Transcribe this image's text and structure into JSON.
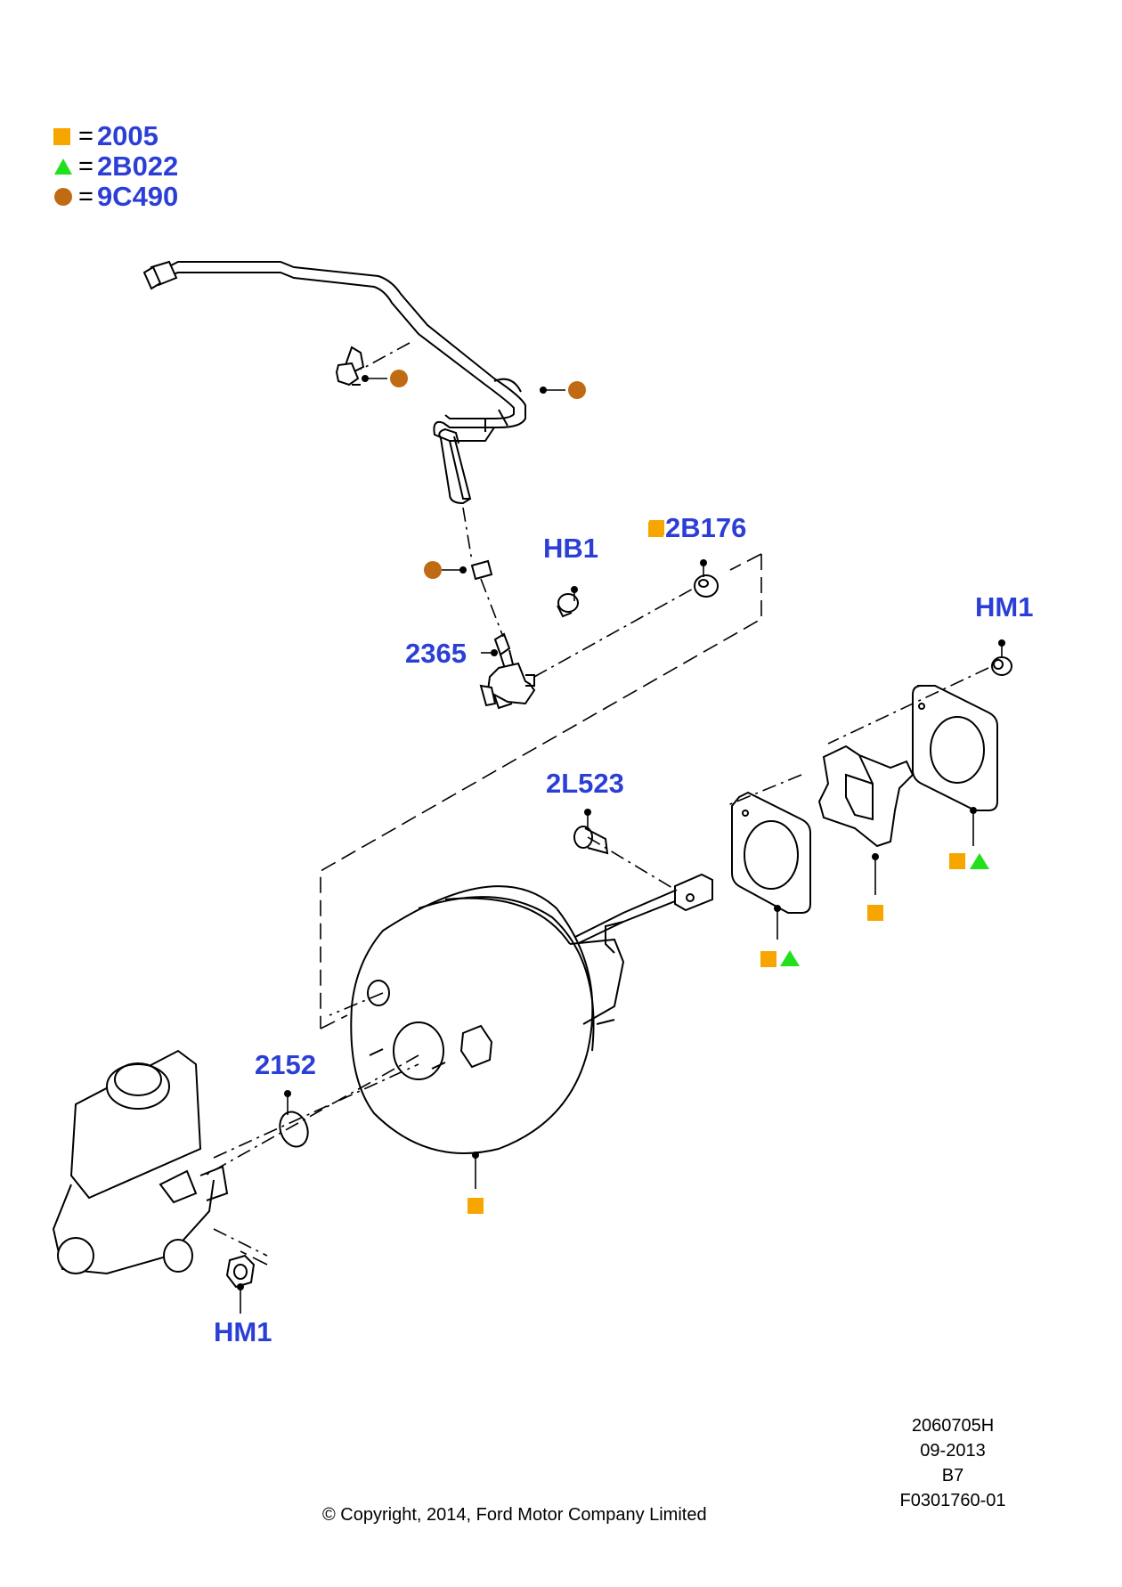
{
  "legend": [
    {
      "symbol": "square",
      "equals": "=",
      "code": "2005",
      "color": "#f7a600"
    },
    {
      "symbol": "triangle",
      "equals": "=",
      "code": "2B022",
      "color": "#22e01b"
    },
    {
      "symbol": "circle",
      "equals": "=",
      "code": "9C490",
      "color": "#c06b14"
    }
  ],
  "callouts": {
    "2b176": "2B176",
    "hb1": "HB1",
    "2365": "2365",
    "hm1_top": "HM1",
    "2l523": "2L523",
    "2152": "2152",
    "hm1_bottom": "HM1"
  },
  "colors": {
    "callout": "#2b3fd6",
    "square": "#f7a600",
    "triangle": "#22e01b",
    "circle": "#c06b14"
  },
  "reference": {
    "illustration": "2060705H",
    "date": "09-2013",
    "group": "B7",
    "figure": "F0301760-01"
  },
  "copyright": "© Copyright, 2014, Ford Motor Company Limited"
}
